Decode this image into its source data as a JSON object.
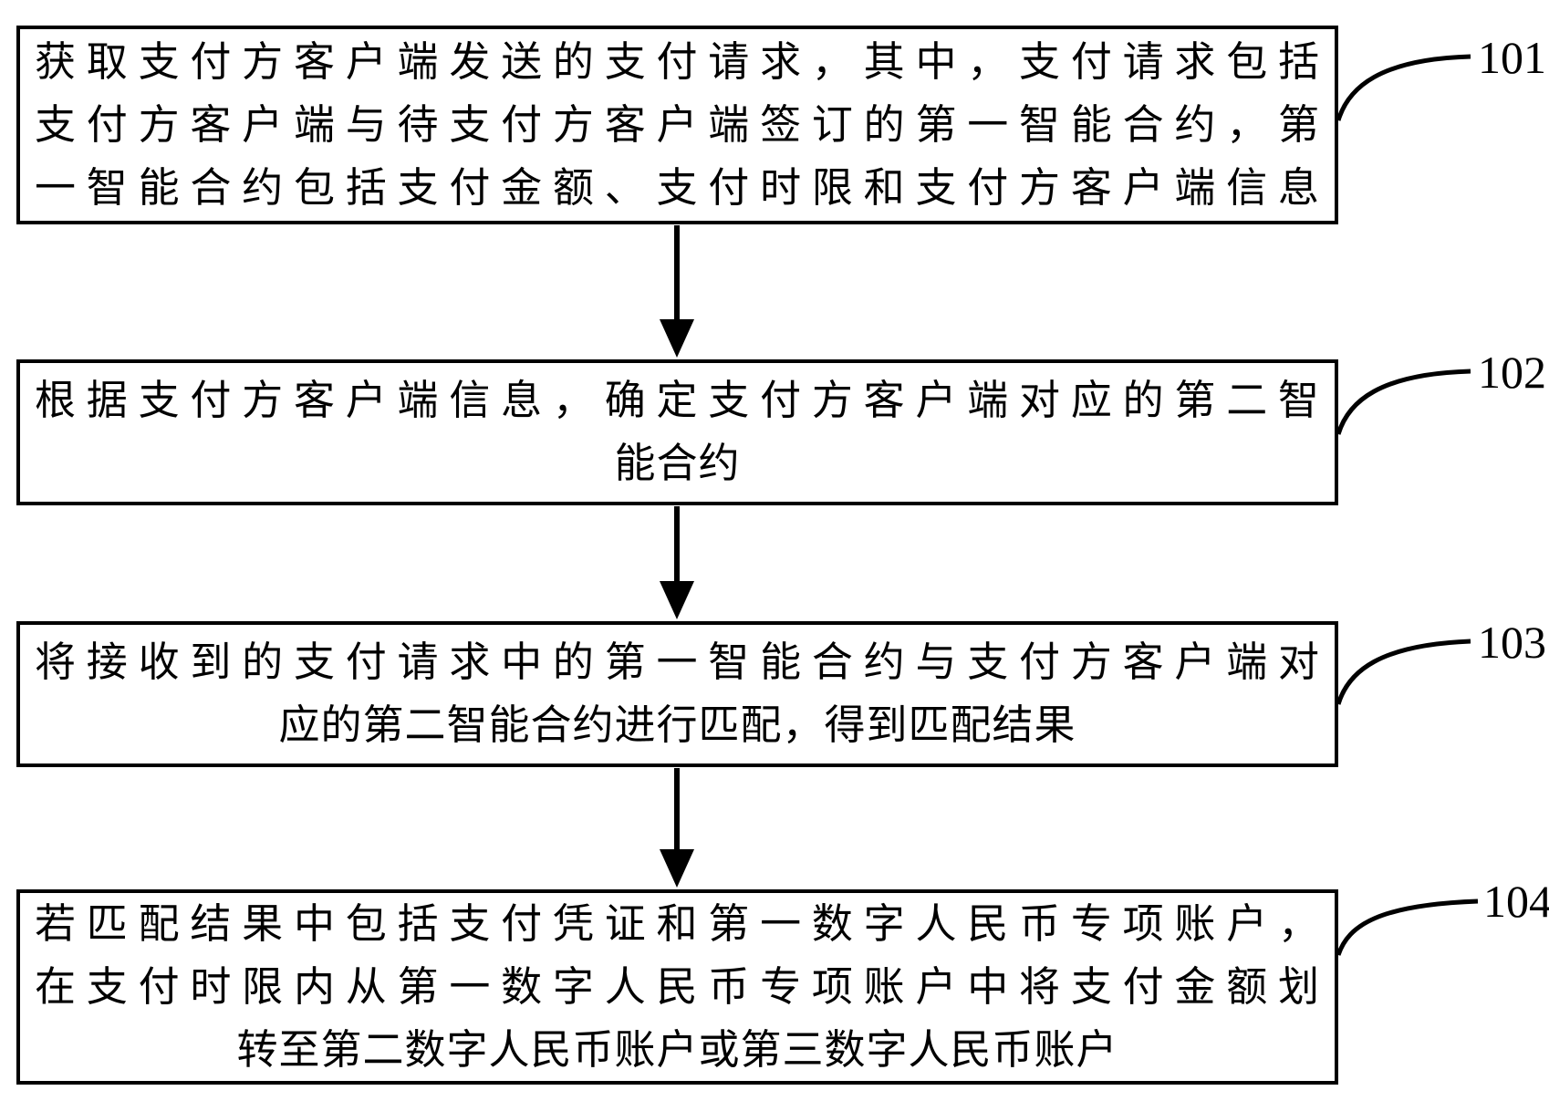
{
  "figure": {
    "type": "flowchart",
    "background": "#ffffff",
    "stroke_color": "#000000",
    "steps": [
      {
        "ref_label": "101",
        "lines": [
          "获取支付方客户端发送的支付请求，其中，支付请求包括",
          "支付方客户端与待支付方客户端签订的第一智能合约，第",
          "一智能合约包括支付金额、支付时限和支付方客户端信息"
        ]
      },
      {
        "ref_label": "102",
        "lines": [
          "根据支付方客户端信息，确定支付方客户端对应的第二智",
          "能合约"
        ]
      },
      {
        "ref_label": "103",
        "lines": [
          "将接收到的支付请求中的第一智能合约与支付方客户端对",
          "应的第二智能合约进行匹配，得到匹配结果"
        ]
      },
      {
        "ref_label": "104",
        "lines": [
          "若匹配结果中包括支付凭证和第一数字人民币专项账户，",
          "在支付时限内从第一数字人民币专项账户中将支付金额划",
          "转至第二数字人民币账户或第三数字人民币账户"
        ]
      }
    ]
  }
}
